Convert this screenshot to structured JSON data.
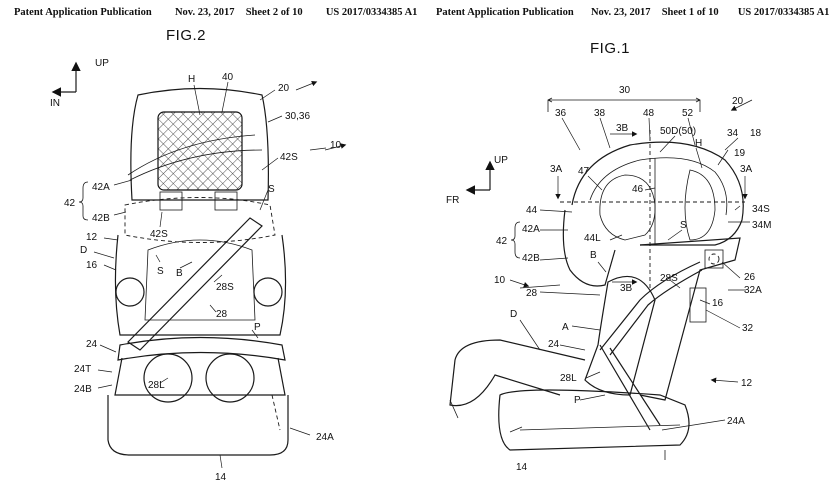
{
  "header": {
    "left": {
      "publication": "Patent Application Publication",
      "date": "Nov. 23, 2017",
      "sheet": "Sheet 2 of 10",
      "number": "US 2017/0334385 A1"
    },
    "right": {
      "publication": "Patent Application Publication",
      "date": "Nov. 23, 2017",
      "sheet": "Sheet 1 of 10",
      "number": "US 2017/0334385 A1"
    }
  },
  "fig2": {
    "title": "FIG.2",
    "axis_up": "UP",
    "axis_side": "IN",
    "labels": {
      "H": "H",
      "n40": "40",
      "n20": "20",
      "n30_36": "30,36",
      "n10": "10",
      "n42S_r": "42S",
      "n42A": "42A",
      "n42": "42",
      "n42B": "42B",
      "S_r": "S",
      "n12": "12",
      "D": "D",
      "n16": "16",
      "n42S_l": "42S",
      "S_l": "S",
      "B": "B",
      "n28S": "28S",
      "n28": "28",
      "P": "P",
      "n24": "24",
      "n24T": "24T",
      "n24B": "24B",
      "n28L": "28L",
      "n24A": "24A",
      "n14": "14"
    }
  },
  "fig1": {
    "title": "FIG.1",
    "axis_up": "UP",
    "axis_side": "FR",
    "labels": {
      "n30": "30",
      "n20": "20",
      "n36": "36",
      "n38": "38",
      "n48": "48",
      "n52": "52",
      "n3B_top": "3B",
      "n50D": "50D(50)",
      "n34": "34",
      "n18": "18",
      "H": "H",
      "n19": "19",
      "n3A_l": "3A",
      "n47": "47",
      "n3A_r": "3A",
      "n46": "46",
      "n44": "44",
      "n34S": "34S",
      "n34M": "34M",
      "n42A": "42A",
      "n44L": "44L",
      "S": "S",
      "n42": "42",
      "n42B": "42B",
      "B": "B",
      "n28S": "28S",
      "n26": "26",
      "n10": "10",
      "n3B_bot": "3B",
      "n32A": "32A",
      "n28": "28",
      "n16": "16",
      "D": "D",
      "n32": "32",
      "A": "A",
      "n24": "24",
      "n28L": "28L",
      "n12": "12",
      "P": "P",
      "n24A": "24A",
      "n14": "14"
    }
  }
}
